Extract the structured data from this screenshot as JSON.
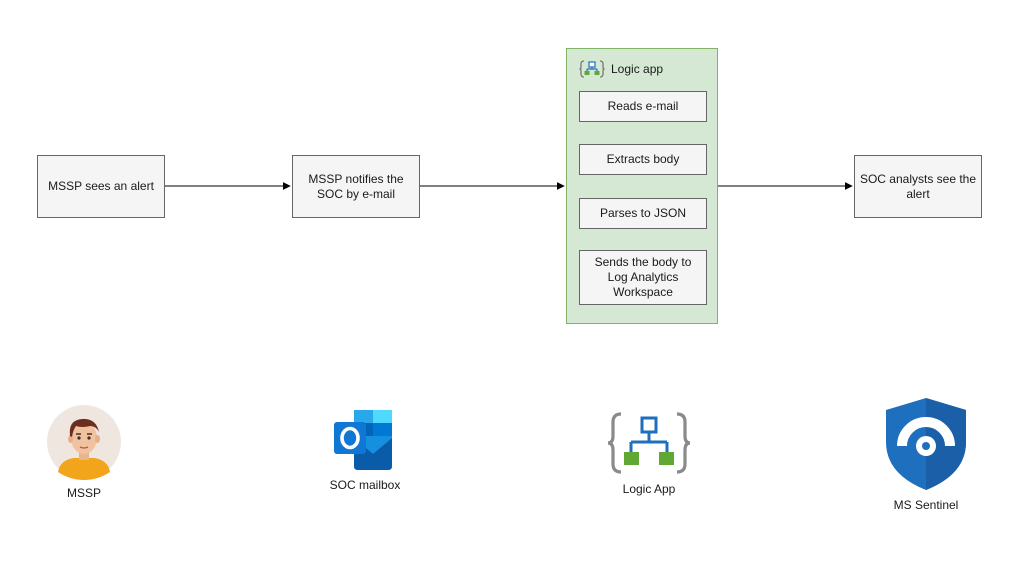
{
  "flow": {
    "mssp_sees_alert": "MSSP sees an alert",
    "mssp_notifies": "MSSP notifies the SOC by e-mail",
    "logic_app": {
      "title": "Logic app",
      "steps": [
        "Reads e-mail",
        "Extracts body",
        "Parses to JSON",
        "Sends the body to Log Analytics Workspace"
      ]
    },
    "soc_analysts": "SOC analysts see the alert"
  },
  "legend": [
    {
      "label": "MSSP",
      "icon": "person-avatar-icon"
    },
    {
      "label": "SOC mailbox",
      "icon": "outlook-icon"
    },
    {
      "label": "Logic App",
      "icon": "logic-app-icon"
    },
    {
      "label": "MS Sentinel",
      "icon": "sentinel-shield-icon"
    }
  ],
  "colors": {
    "container_fill": "#d5e8d4",
    "container_border": "#82b366",
    "box_fill": "#f5f5f5",
    "box_border": "#666666",
    "outlook_blue": "#0364b8",
    "logic_green": "#5ea833",
    "sentinel_blue": "#1e6fbe"
  }
}
